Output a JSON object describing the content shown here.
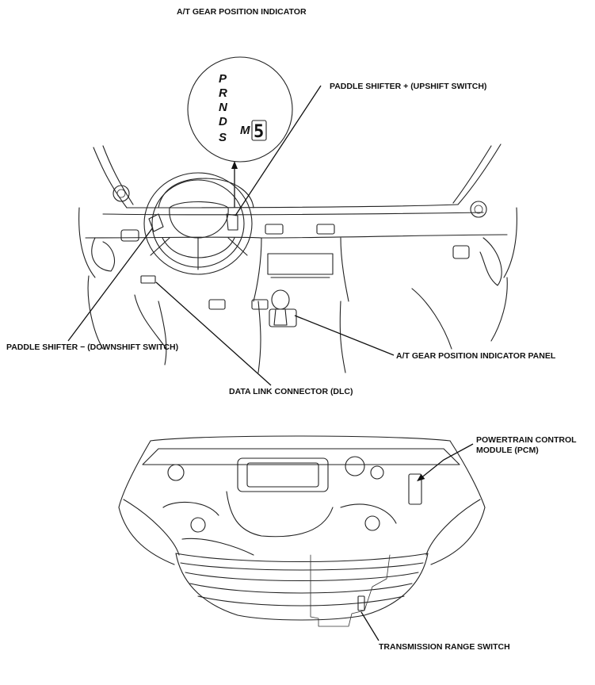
{
  "title": "A/T GEAR POSITION INDICATOR",
  "indicator": {
    "gears": [
      "P",
      "R",
      "N",
      "D",
      "S"
    ],
    "mode_letter": "M",
    "mode_digit": "5"
  },
  "callouts": {
    "paddle_up": "PADDLE SHIFTER + (UPSHIFT SWITCH)",
    "paddle_down": "PADDLE SHIFTER − (DOWNSHIFT SWITCH)",
    "indicator_panel": "A/T GEAR POSITION INDICATOR PANEL",
    "dlc": "DATA LINK CONNECTOR (DLC)",
    "pcm_line1": "POWERTRAIN CONTROL",
    "pcm_line2": "MODULE (PCM)",
    "range_switch": "TRANSMISSION RANGE SWITCH"
  }
}
